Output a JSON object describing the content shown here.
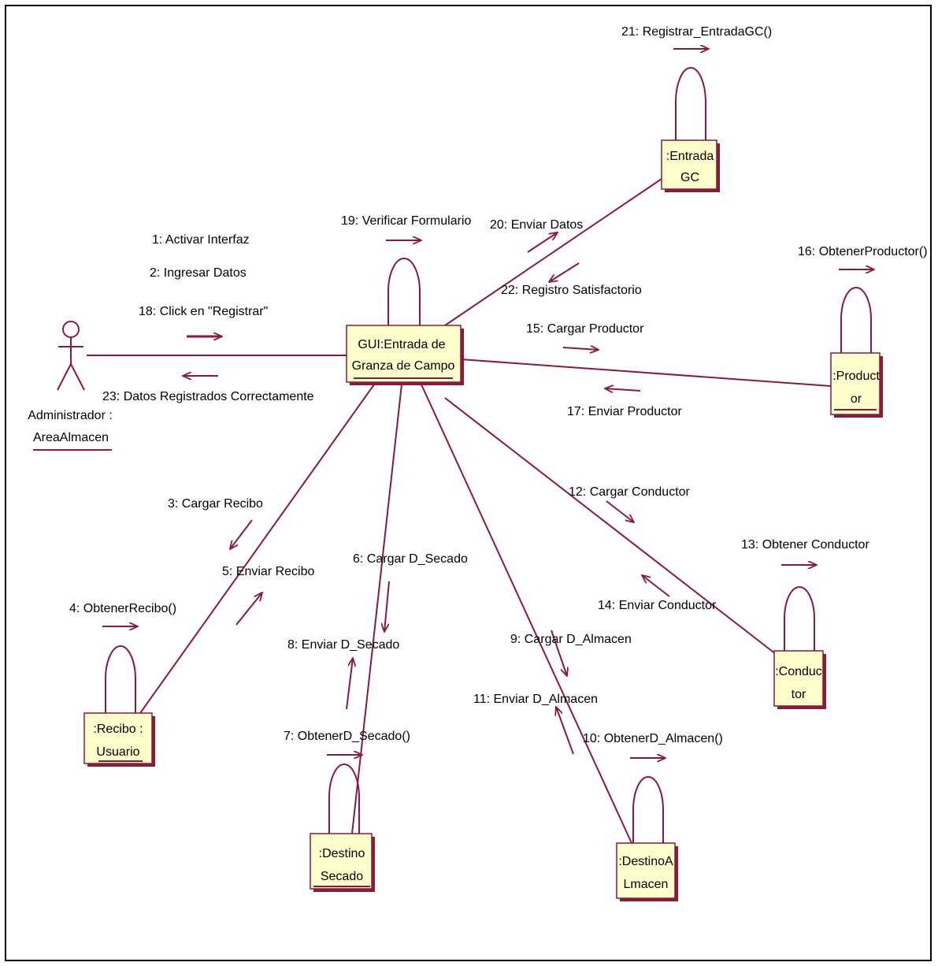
{
  "colors": {
    "line": "#8b1a3a",
    "object_fill": "#ffffcc",
    "text": "#000000"
  },
  "objects": {
    "gui": [
      "GUI:Entrada de",
      "Granza de Campo"
    ],
    "entrada_gc": [
      ":Entrada",
      "GC"
    ],
    "productor": [
      ":Product",
      "or"
    ],
    "conductor": [
      ":Conduc",
      "tor"
    ],
    "recibo": [
      ":Recibo :",
      "Usuario"
    ],
    "destino_secado": [
      ":Destino",
      "Secado"
    ],
    "destino_almacen": [
      ":DestinoA",
      "Lmacen"
    ]
  },
  "actor": {
    "name_line1": "Administrador :",
    "name_line2": "AreaAlmacen"
  },
  "messages": {
    "m1": "1: Activar Interfaz",
    "m2": "2: Ingresar Datos",
    "m18": "18: Click en \"Registrar\"",
    "m23": "23: Datos Registrados Correctamente",
    "m19": "19: Verificar Formulario",
    "m20": "20: Enviar Datos",
    "m21": "21: Registrar_EntradaGC()",
    "m22": "22: Registro Satisfactorio",
    "m16": "16: ObtenerProductor()",
    "m15": "15: Cargar Productor",
    "m17": "17: Enviar Productor",
    "m12": "12: Cargar Conductor",
    "m13": "13: Obtener Conductor",
    "m14": "14: Enviar Conductor",
    "m3": "3: Cargar Recibo",
    "m5": "5: Enviar Recibo",
    "m4": "4: ObtenerRecibo()",
    "m6": "6: Cargar D_Secado",
    "m8": "8: Enviar D_Secado",
    "m7": "7: ObtenerD_Secado()",
    "m9": "9: Cargar D_Almacen",
    "m11": "11: Enviar D_Almacen",
    "m10": "10: ObtenerD_Almacen()"
  }
}
